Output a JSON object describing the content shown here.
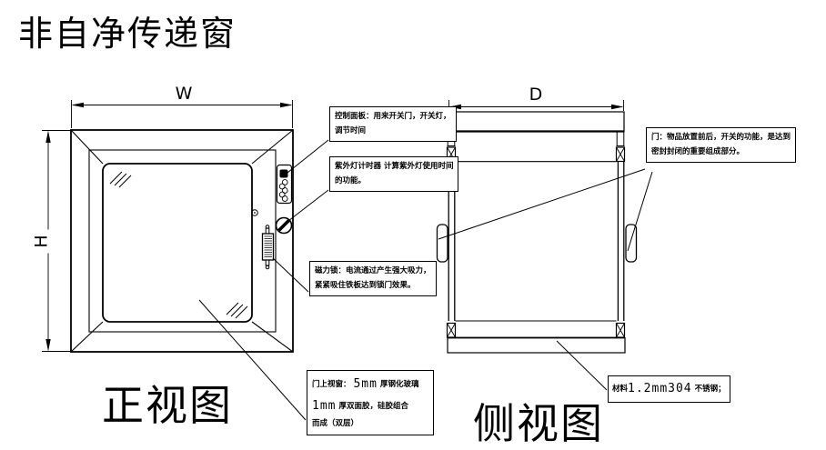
{
  "title": "非自净传递窗",
  "views": {
    "front": {
      "label": "正视图",
      "width_dim": "W",
      "height_dim": "H"
    },
    "side": {
      "label": "侧视图",
      "depth_dim": "D"
    }
  },
  "annotations": {
    "control_panel": {
      "lines": [
        "控制面板：用来开关门，开关灯，",
        "调节时间"
      ]
    },
    "uv_timer": {
      "lines": [
        "紫外灯计时器 计算紫外灯使用时间",
        "的功能。"
      ]
    },
    "magnetic_lock": {
      "lines": [
        "磁力锁：电流通过产生强大吸力，",
        "紧紧吸住铁板达到锁门效果。"
      ]
    },
    "door_window": {
      "prefix": "门上视窗：",
      "glass_thickness": "5mm",
      "line1_rest": "厚钢化玻璃",
      "tape_thickness": "1mm",
      "line2_rest": "厚双面胶，硅胶组合",
      "line3": "而成（双层）"
    },
    "door": {
      "lines": [
        "门：物品放置前后，开关的功能，是达到",
        "密封封闭的重要组成部分。"
      ]
    },
    "material": {
      "prefix": "材料",
      "spec": "1.2mm304",
      "suffix": "不锈钢；"
    }
  },
  "colors": {
    "line": "#000000",
    "background": "#ffffff"
  }
}
